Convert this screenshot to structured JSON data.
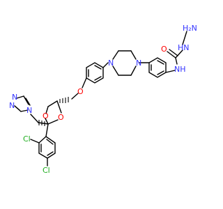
{
  "colors": {
    "bond": "#000000",
    "nitrogen": "#3333ff",
    "oxygen": "#ff0000",
    "chlorine": "#1fae1f",
    "background": "#ffffff"
  },
  "labels": {
    "hydrazine_nh2": "H₂N",
    "hydrazine_nh": "HN",
    "carbonyl_o": "O",
    "amide_nh": "NH",
    "pip_n_right": "N",
    "pip_n_left": "N",
    "ether_o": "O",
    "dioxolane_o_right": "O",
    "dioxolane_o_left": "O",
    "triazole_n1": "N",
    "triazole_n2": "N",
    "triazole_n4": "N",
    "cl_ortho": "Cl",
    "cl_para": "Cl"
  }
}
